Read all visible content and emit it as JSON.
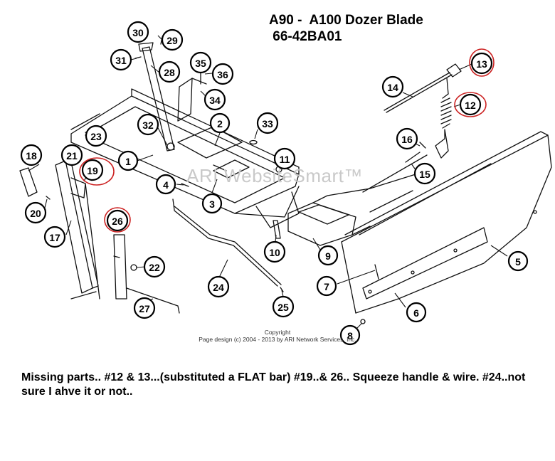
{
  "title": {
    "line1": "A90 -  A100 Dozer Blade",
    "line2": "66-42BA01"
  },
  "watermark": "ARI WebsiteSmart™",
  "copyright": {
    "line1": "Copyright",
    "line2": "Page design (c) 2004 - 2013 by ARI Network Services, Inc."
  },
  "note": "Missing parts..  #12 & 13...(substituted a FLAT bar)  #19..& 26.. Squeeze handle & wire.  #24..not sure I ahve it or not..",
  "callouts": [
    {
      "num": "1"
    },
    {
      "num": "2"
    },
    {
      "num": "3"
    },
    {
      "num": "4"
    },
    {
      "num": "5"
    },
    {
      "num": "6"
    },
    {
      "num": "7"
    },
    {
      "num": "8"
    },
    {
      "num": "9"
    },
    {
      "num": "10"
    },
    {
      "num": "11"
    },
    {
      "num": "12",
      "highlight": true
    },
    {
      "num": "13",
      "highlight": true
    },
    {
      "num": "14"
    },
    {
      "num": "15"
    },
    {
      "num": "16"
    },
    {
      "num": "17"
    },
    {
      "num": "18"
    },
    {
      "num": "19",
      "highlight": true
    },
    {
      "num": "20"
    },
    {
      "num": "21"
    },
    {
      "num": "22"
    },
    {
      "num": "23"
    },
    {
      "num": "24"
    },
    {
      "num": "25"
    },
    {
      "num": "26",
      "highlight": true
    },
    {
      "num": "27"
    },
    {
      "num": "28"
    },
    {
      "num": "29"
    },
    {
      "num": "30"
    },
    {
      "num": "31"
    },
    {
      "num": "32"
    },
    {
      "num": "33"
    },
    {
      "num": "34"
    },
    {
      "num": "35"
    },
    {
      "num": "36"
    }
  ],
  "colors": {
    "highlight": "#cc2222",
    "line": "#111111",
    "watermark": "#c9c9c9"
  }
}
